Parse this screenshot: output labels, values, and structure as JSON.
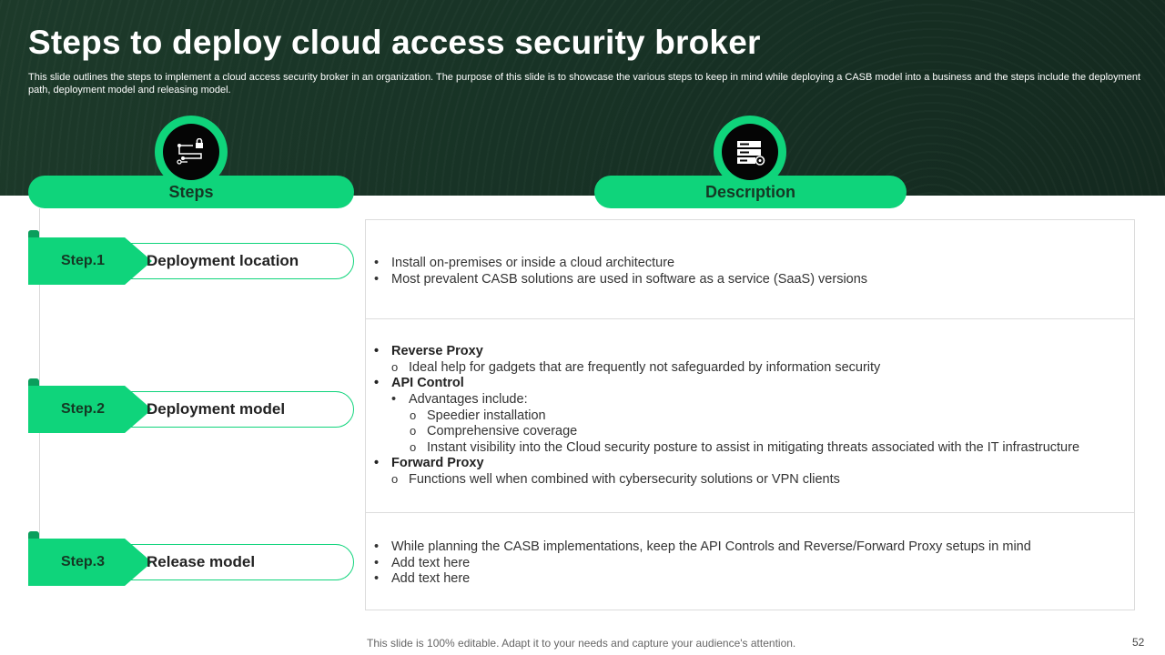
{
  "title": "Steps to deploy cloud access security broker",
  "subtitle": "This slide outlines the steps to implement a cloud access security broker in an organization. The purpose of this slide is to showcase the various steps to keep in mind while deploying a CASB model into a business and the steps include the deployment path, deployment model and releasing model.",
  "headers": {
    "steps": "Steps",
    "description": "Description"
  },
  "icons": {
    "steps": "network-lock-icon",
    "description": "server-settings-icon"
  },
  "colors": {
    "accent": "#0fd47b",
    "header_bg": "#1b3527",
    "icon_bg": "#050505"
  },
  "steps": [
    {
      "tag": "Step.1",
      "name": "Deployment location"
    },
    {
      "tag": "Step.2",
      "name": "Deployment model"
    },
    {
      "tag": "Step.3",
      "name": "Release model"
    }
  ],
  "descriptions": {
    "step1": {
      "b1": "Install on-premises or inside a cloud architecture",
      "b2": "Most prevalent CASB solutions are used in software as a service (SaaS) versions"
    },
    "step2": {
      "reverse_proxy": "Reverse Proxy",
      "reverse_proxy_sub": "Ideal help for gadgets that are frequently not safeguarded by information security",
      "api_control": "API Control",
      "advantages": "Advantages include:",
      "adv1": "Speedier installation",
      "adv2": "Comprehensive coverage",
      "adv3": "Instant visibility into the Cloud security posture to assist in mitigating threats associated with the IT infrastructure",
      "forward_proxy": "Forward Proxy",
      "forward_proxy_sub": "Functions well when combined with cybersecurity solutions or VPN clients"
    },
    "step3": {
      "b1": "While planning the CASB implementations, keep the API Controls and Reverse/Forward Proxy setups in mind",
      "b2": "Add text here",
      "b3": "Add text here"
    }
  },
  "markers": {
    "bullet": "•",
    "circle": "o"
  },
  "footer": "This slide is 100% editable. Adapt it to your needs and capture your audience's attention.",
  "page_number": "52"
}
